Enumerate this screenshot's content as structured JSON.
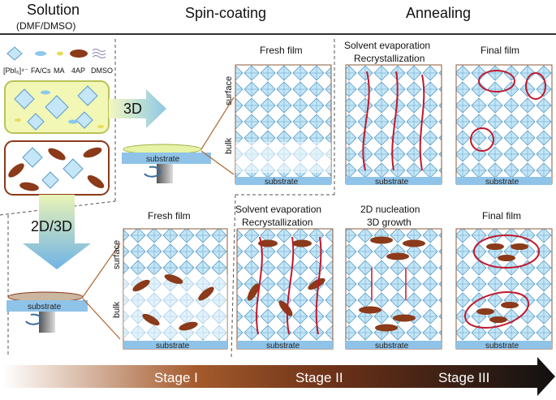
{
  "headers": {
    "solution": "Solution",
    "solvent": "(DMF/DMSO)",
    "spin": "Spin-coating",
    "anneal": "Annealing"
  },
  "legend": {
    "pbi": "[PbI₆]⁴⁻",
    "facs": "FA/Cs",
    "ma": "MA",
    "ap": "4AP",
    "dmso": "DMSO"
  },
  "paths": {
    "p3d": "3D",
    "p2d3d": "2D/3D"
  },
  "labels": {
    "fresh": "Fresh film",
    "final": "Final film",
    "solvent1": "Solvent evaporation",
    "solvent2": "Recrystallization",
    "nuc1": "2D nucleation",
    "nuc2": "3D growth",
    "surface": "surface",
    "bulk": "bulk",
    "substrate": "substrate"
  },
  "stages": [
    "Stage I",
    "Stage II",
    "Stage III"
  ],
  "colors": {
    "crystal": "#bfe3f5",
    "ap": "#8b3a1a",
    "ring": "#c0182d",
    "substrate": "#8fc3e8",
    "vial_3d": "#f2f7b6"
  }
}
